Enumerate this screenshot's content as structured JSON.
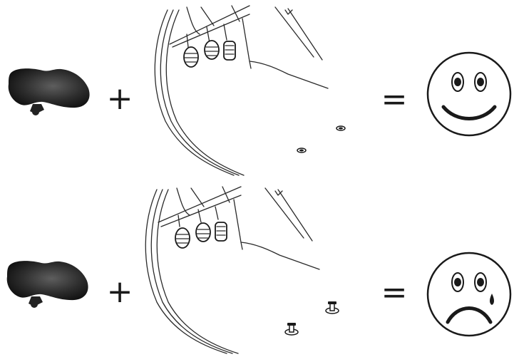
{
  "equations": [
    {
      "id": "top",
      "operator_plus": "+",
      "operator_equals": "=",
      "result_face": "happy",
      "mat_clips": "flat-floor-anchors",
      "icons": [
        "floor-mat-icon",
        "car-footwell-icon",
        "happy-face-icon"
      ]
    },
    {
      "id": "bottom",
      "operator_plus": "+",
      "operator_equals": "=",
      "result_face": "sad-with-tear",
      "mat_clips": "raised-twist-anchors",
      "icons": [
        "floor-mat-icon",
        "car-footwell-icon",
        "sad-face-icon"
      ]
    }
  ],
  "colors": {
    "mat": "#2b2b2b",
    "line": "#2a2a2a",
    "face_outline": "#1a1a1a",
    "background": "#ffffff"
  }
}
